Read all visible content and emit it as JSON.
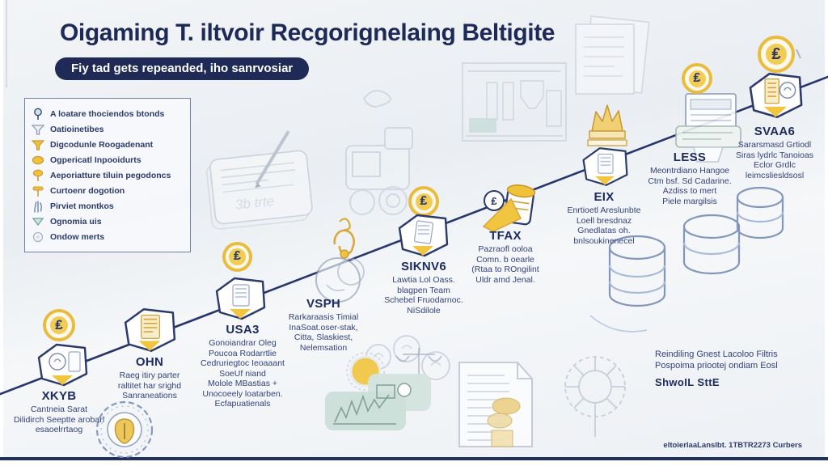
{
  "title": "Oigaming T. iltvoir Recgorignelaing Beltigite",
  "subtitle": "Fiy tad gets repeanded, iho sanrvosiar",
  "icons": {
    "coin_glyph": "₤"
  },
  "legend": {
    "items": [
      {
        "icon": "magnifier-icon",
        "label": "A loatare thociendos btonds"
      },
      {
        "icon": "funnel-outline-icon",
        "label": "Oatioinetibes"
      },
      {
        "icon": "funnel-yellow-icon",
        "label": "Digcodunle Roogadenant"
      },
      {
        "icon": "oval-yellow-icon",
        "label": "Ogpericatl Inpooidurts"
      },
      {
        "icon": "oval-stem-icon",
        "label": "Aeporiatture tiluin pegodoncs"
      },
      {
        "icon": "pin-yellow-icon",
        "label": "Curtoenr dogotion"
      },
      {
        "icon": "hand-icon",
        "label": "Pirviet montkos"
      },
      {
        "icon": "funnel-teal-icon",
        "label": "Ognomia uis"
      },
      {
        "icon": "circle-icon",
        "label": "Ondow merts"
      }
    ]
  },
  "timeline": {
    "nodes": [
      {
        "label": "XKYB",
        "lines": [
          "Cantneia Sarat",
          "Dilidirch Seeptte arobarl",
          "esaoelrrtaog"
        ]
      },
      {
        "label": "OHN",
        "lines": [
          "Raeg itiry parter",
          "raltitet har srighd",
          "Sanraneations"
        ]
      },
      {
        "label": "USA3",
        "lines": [
          "Gonoiandrar Oleg",
          "Poucoa Rodarrtlie",
          "Cedruriegtoc Ieoaaant",
          "SoeUf niand",
          "Molole MBastias +",
          "Unocoeely loatarben.",
          "Ecfapuatienals"
        ]
      },
      {
        "label": "VSPH",
        "lines": [
          "Rarkaraasis Timial",
          "InaSoat.oser-stak,",
          "Citta, Slaskiest,",
          "Nelemsation"
        ]
      },
      {
        "label": "SIKNV6",
        "lines": [
          "Lawtia Lol Oass.",
          "blagpen Team",
          "Schebel Fruodarnoc.",
          "NiSdilole"
        ]
      },
      {
        "label": "TFAX",
        "lines": [
          "Pazraofl ooloa",
          "Comn. b oearle",
          "(Rtaa to ROngilint",
          "Uldr amd Jenal."
        ]
      },
      {
        "label": "EIX",
        "lines": [
          "Enrtioetl Areslunbte",
          "Loell bresdnaz",
          "Gnedlatas oh.",
          "bnlsoukinenecel"
        ]
      },
      {
        "label": "LESS",
        "lines": [
          "Meontrdiano Hangoe",
          "Ctm bsf. Sd Cadarine.",
          "Azdiss to mert",
          "Piele margilsis"
        ]
      },
      {
        "label": "SVAA6",
        "lines": [
          "Sararsmasd Grtiodl",
          "Siras lydrlc Tanoioas",
          "Eclor Grdlc",
          "leimcsliesldsosl"
        ]
      }
    ]
  },
  "notes": {
    "right_block": {
      "lines": [
        "Reindiling Gnest Lacoloo Filtris",
        "Pospoima priootej ondiam Eosl"
      ],
      "emphasis": "ShwoIL SttE"
    },
    "notepad_text": "3b trte"
  },
  "footer": "eltoierlaaLanslbt. 1TBTR2273 Curbers",
  "colors": {
    "navy": "#21305f",
    "yellow": "#f2c540",
    "teal": "#cfe2db",
    "line": "#26356b"
  }
}
